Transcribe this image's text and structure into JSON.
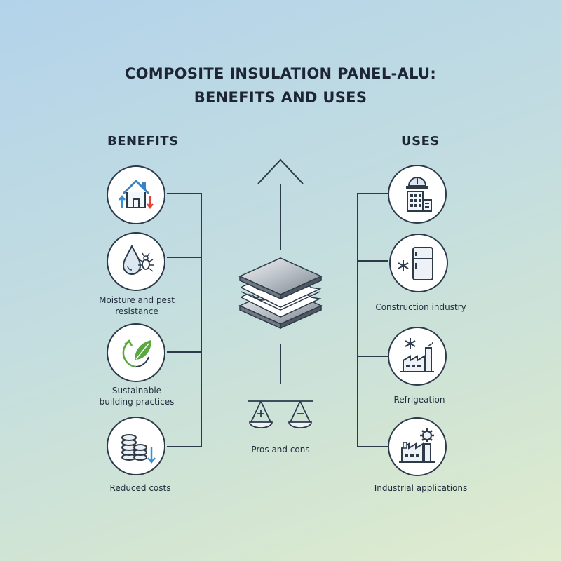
{
  "title": {
    "line1": "COMPOSITE INSULATION PANEL-ALU:",
    "line2": "BENEFITS AND USES"
  },
  "benefits": {
    "heading": "BENEFITS",
    "items": [
      {
        "label": "",
        "icon": "house-temperature-icon"
      },
      {
        "label": "Moisture and pest resistance",
        "label_line1": "Moisture and pest",
        "label_line2": "resistance",
        "icon": "water-drop-bug-icon"
      },
      {
        "label": "Sustainable building practices",
        "label_line1": "Sustainable",
        "label_line2": "building practices",
        "icon": "leaf-recycle-icon"
      },
      {
        "label": "Reduced costs",
        "icon": "coins-down-arrow-icon"
      }
    ]
  },
  "uses": {
    "heading": "USES",
    "items": [
      {
        "label": "",
        "icon": "hardhat-building-icon"
      },
      {
        "label": "Construction industry",
        "icon": "refrigerator-snowflake-icon"
      },
      {
        "label": "Refrigeation",
        "icon": "cold-factory-icon"
      },
      {
        "label": "Industrial applications",
        "icon": "factory-gear-icon"
      }
    ]
  },
  "center": {
    "panel_icon": "insulation-panel-layers-icon",
    "scale_icon": "balance-scale-icon",
    "scale_label": "Pros and cons"
  },
  "colors": {
    "line": "#2c3a4a",
    "arrow_up": "#3b8fd0",
    "arrow_down": "#e0443a",
    "leaf": "#5aa83e",
    "house_roof": "#3b82c4"
  }
}
